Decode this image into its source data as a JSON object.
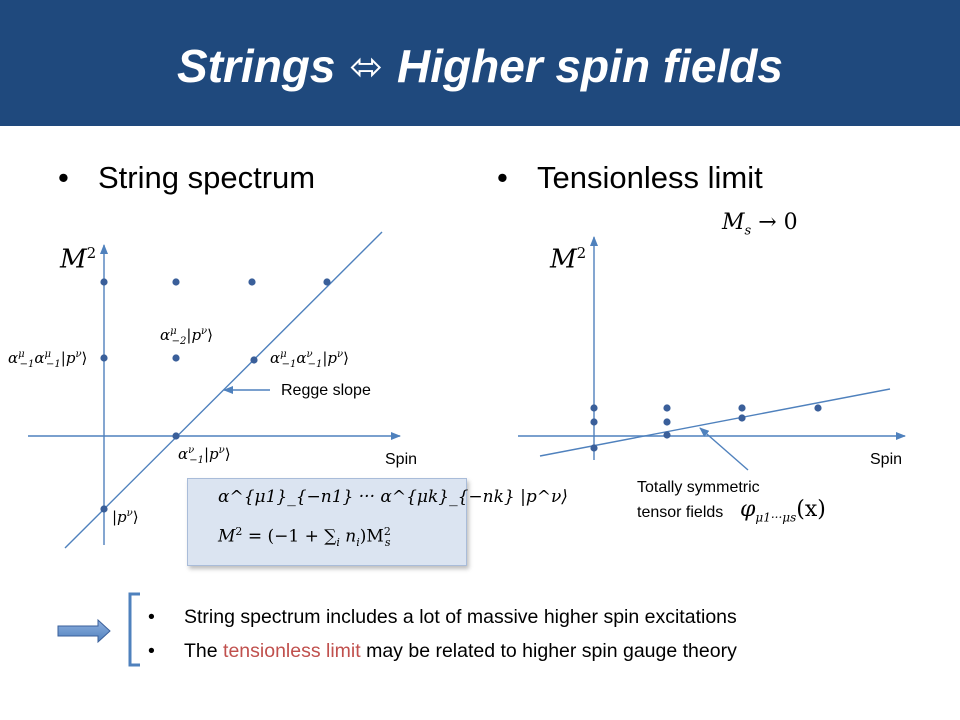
{
  "slide": {
    "title_left": "Strings",
    "title_arrow": "⬄",
    "title_right": "Higher spin fields"
  },
  "left_panel": {
    "heading": "String spectrum",
    "y_axis_label": "M",
    "y_axis_exp": "2",
    "x_axis_label": "Spin",
    "annotation": "Regge slope",
    "state_ground": "|p",
    "state_ground_sup": "ν",
    "state_level1_a": "α",
    "state_level1_a_sub": "−1",
    "state_level1_a_sup": "ν",
    "state_level1_ket": "|p",
    "state_level1_ket_sup": "ν",
    "state_level2_a": "α",
    "state_level2_a_sub": "−1",
    "state_level2_a_sup": "μ",
    "state_level2_b": "α",
    "state_level2_b_sub": "−1",
    "state_level2_b_sup": "ν",
    "state_level2_ket": "|p",
    "state_level2_ket_sup": "ν",
    "state_level2_mid_a": "α",
    "state_level2_mid_sub": "−2",
    "state_level2_mid_sup": "μ",
    "state_level2_mid_ket": "|p",
    "state_level2_mid_ket_sup": "ν",
    "state_level2_left_a": "α",
    "state_level2_left_sub": "−1",
    "state_level2_left_sup": "μ",
    "state_level2_left_b": "α",
    "state_level2_left_b_sub": "−1",
    "state_level2_left_b_sup": "μ",
    "state_level2_left_ket": "|p",
    "state_level2_left_ket_sup": "ν",
    "box_line1": "α^{μ1}_{−n1} ··· α^{μk}_{−nk} |p^ν⟩",
    "box_line2_a": "M",
    "box_line2_b": " = (−1 + ∑",
    "box_line2_c": "i",
    "box_line2_d": " n",
    "box_line2_e": "i",
    "box_line2_f": ")M",
    "box_line2_g": "s",
    "box_line2_h": "2"
  },
  "right_panel": {
    "heading": "Tensionless limit",
    "limit_text_m": "M",
    "limit_text_s": "s",
    "limit_text_rest": " → 0",
    "y_axis_label": "M",
    "y_axis_exp": "2",
    "x_axis_label": "Spin",
    "annotation_line1": "Totally symmetric",
    "annotation_line2": "tensor fields",
    "field_symbol": "φ",
    "field_sub": "μ1···μs",
    "field_arg": "(x)"
  },
  "bottom": {
    "item1": "String spectrum includes a lot of massive higher spin excitations",
    "item2_a": "The ",
    "item2_b": "tensionless limit",
    "item2_c": " may be related to higher spin gauge theory"
  },
  "colors": {
    "title_bg": "#1f497d",
    "plot_blue": "#4f81bd",
    "dot_blue": "#3a5f9a",
    "highlight_red": "#c0504d",
    "box_bg": "#dbe4f1"
  }
}
